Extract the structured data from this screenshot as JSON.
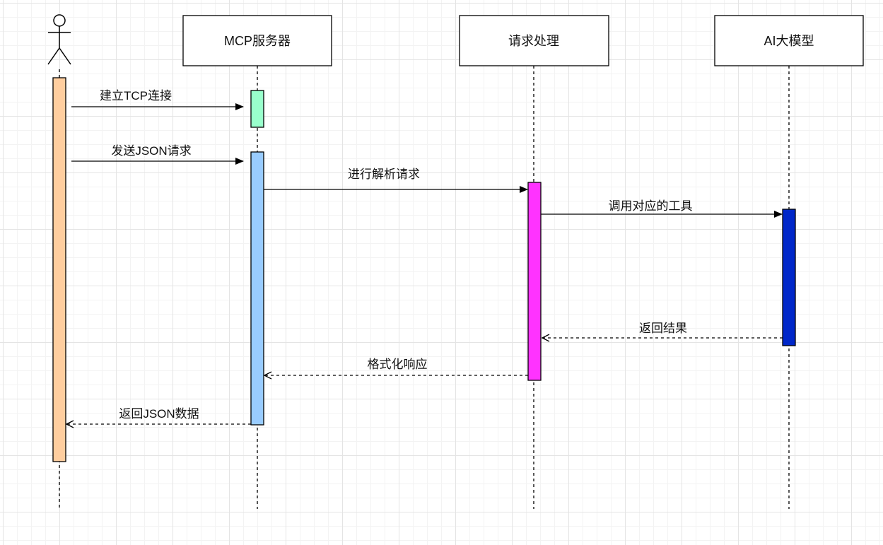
{
  "participants": [
    {
      "id": "user",
      "label": ""
    },
    {
      "id": "mcp_server",
      "label": "MCP服务器"
    },
    {
      "id": "request_processing",
      "label": "请求处理"
    },
    {
      "id": "ai_model",
      "label": "AI大模型"
    }
  ],
  "messages": [
    {
      "id": "m1",
      "label": "建立TCP连接",
      "from": "user",
      "to": "mcp_server",
      "style": "solid"
    },
    {
      "id": "m2",
      "label": "发送JSON请求",
      "from": "user",
      "to": "mcp_server",
      "style": "solid"
    },
    {
      "id": "m3",
      "label": "进行解析请求",
      "from": "mcp_server",
      "to": "request_processing",
      "style": "solid"
    },
    {
      "id": "m4",
      "label": "调用对应的工具",
      "from": "request_processing",
      "to": "ai_model",
      "style": "solid"
    },
    {
      "id": "m5",
      "label": "返回结果",
      "from": "ai_model",
      "to": "request_processing",
      "style": "dashed"
    },
    {
      "id": "m6",
      "label": "格式化响应",
      "from": "request_processing",
      "to": "mcp_server",
      "style": "dashed"
    },
    {
      "id": "m7",
      "label": "返回JSON数据",
      "from": "mcp_server",
      "to": "user",
      "style": "dashed"
    }
  ],
  "colors": {
    "user_activation": "#FFCE9F",
    "tcp_activation": "#99FFCC",
    "mcp_activation": "#99CCFF",
    "processing_activation": "#FF33FF",
    "ai_activation": "#0027C9"
  }
}
